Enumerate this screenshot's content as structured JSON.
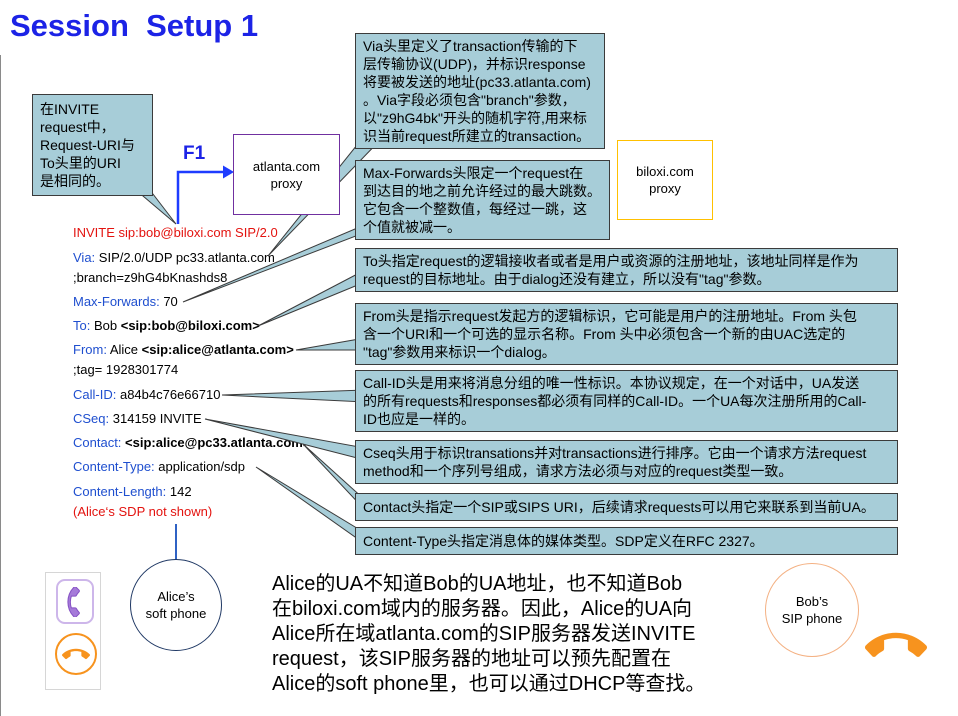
{
  "title": "Session  Setup 1",
  "flow_step": "F1",
  "proxies": {
    "atlanta": {
      "name": "atlanta.com",
      "role": "proxy"
    },
    "biloxi": {
      "name": "biloxi.com",
      "role": "proxy"
    }
  },
  "endpoints": {
    "alice": {
      "line1": "Alice’s",
      "line2": "soft phone"
    },
    "bob": {
      "line1": "Bob’s",
      "line2": "SIP phone"
    }
  },
  "sip_invite": {
    "request_line": "INVITE sip:bob@biloxi.com SIP/2.0",
    "via": {
      "label": "Via:",
      "value": "SIP/2.0/UDP pc33.atlanta.com",
      "branch": ";branch=z9hG4bKnashds8"
    },
    "max_forwards": {
      "label": "Max-Forwards:",
      "value": "70"
    },
    "to": {
      "label": "To:",
      "display": "Bob",
      "uri": "<sip:bob@biloxi.com>"
    },
    "from": {
      "label": "From:",
      "display": "Alice",
      "uri": "<sip:alice@atlanta.com>",
      "tag": ";tag= 1928301774"
    },
    "call_id": {
      "label": "Call-ID:",
      "value": "a84b4c76e66710"
    },
    "cseq": {
      "label": "CSeq:",
      "value": "314159 INVITE"
    },
    "contact": {
      "label": "Contact:",
      "uri": "<sip:alice@pc33.atlanta.com>"
    },
    "content_type": {
      "label": "Content-Type:",
      "value": "application/sdp"
    },
    "content_length": {
      "label": "Content-Length:",
      "value": "142"
    },
    "body_note": "(Alice‘s SDP not shown)"
  },
  "callouts": {
    "request_uri": [
      "在INVITE",
      "request中，",
      "Request-URI与",
      "To头里的URI",
      "是相同的。"
    ],
    "via": [
      "Via头里定义了transaction传输的下",
      "层传输协议(UDP)，并标识response",
      "将要被发送的地址(pc33.atlanta.com)",
      "。Via字段必须包含\"branch\"参数，",
      "以\"z9hG4bk\"开头的随机字符,用来标",
      "识当前request所建立的transaction。"
    ],
    "max_forwards": [
      "Max-Forwards头限定一个request在",
      "到达目的地之前允许经过的最大跳数。",
      "它包含一个整数值，每经过一跳，这",
      "个值就被减一。"
    ],
    "to": [
      "To头指定request的逻辑接收者或者是用户或资源的注册地址，该地址同样是作为",
      "request的目标地址。由于dialog还没有建立，所以没有\"tag\"参数。"
    ],
    "from": [
      "From头是指示request发起方的逻辑标识，它可能是用户的注册地址。From 头包",
      "含一个URI和一个可选的显示名称。From 头中必须包含一个新的由UAC选定的",
      "\"tag\"参数用来标识一个dialog。"
    ],
    "call_id": [
      "Call-ID头是用来将消息分组的唯一性标识。本协议规定，在一个对话中，UA发送",
      "的所有requests和responses都必须有同样的Call-ID。一个UA每次注册所用的Call-",
      "ID也应是一样的。"
    ],
    "cseq": [
      "Cseq头用于标识transations并对transactions进行排序。它由一个请求方法request",
      "method和一个序列号组成，请求方法必须与对应的request类型一致。"
    ],
    "contact": [
      "Contact头指定一个SIP或SIPS URI，后续请求requests可以用它来联系到当前UA。"
    ],
    "content_type": [
      "Content-Type头指定消息体的媒体类型。SDP定义在RFC 2327。"
    ]
  },
  "summary_text": [
    "Alice的UA不知道Bob的UA地址，也不知道Bob",
    "在biloxi.com域内的服务器。因此，Alice的UA向",
    "Alice所在域atlanta.com的SIP服务器发送INVITE",
    "request，该SIP服务器的地址可以预先配置在",
    "Alice的soft phone里，也可以通过DHCP等查找。"
  ],
  "icons": {
    "alice_primary_phone": "phone-handset-icon",
    "alice_secondary_phone": "phone-handset-icon",
    "bob_phone": "phone-handset-icon"
  },
  "colors": {
    "title_blue": "#1c23e6",
    "label_blue": "#1f4fcf",
    "request_red": "#e3130f",
    "callout_fill": "#a7cdd8",
    "callout_border": "#3b3b3b",
    "atlanta_border": "#7030a0",
    "biloxi_border": "#ffc000",
    "alice_border": "#1f3864",
    "bob_border": "#f4b183",
    "arrow_blue": "#1e3cff",
    "line_blue": "#2f62c4",
    "phone_orange": "#f7931e",
    "phone_purple": "#a57ad9"
  }
}
